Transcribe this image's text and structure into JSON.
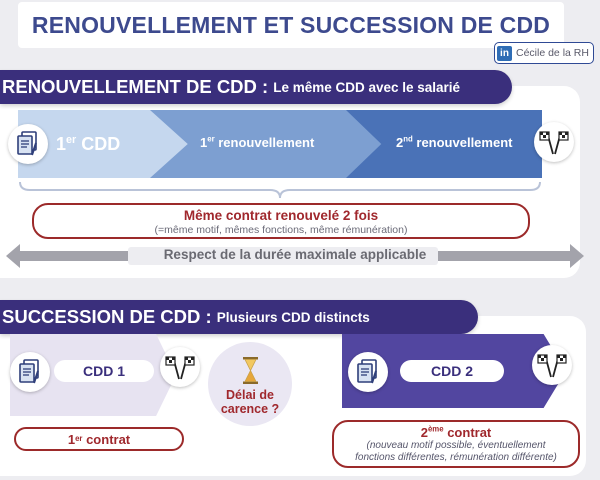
{
  "title": "RENOUVELLEMENT ET SUCCESSION DE CDD",
  "author": {
    "badge": "in",
    "name": "Cécile de la RH"
  },
  "section1": {
    "heading": "RENOUVELLEMENT DE CDD :",
    "subheading": "Le même CDD avec le salarié",
    "steps": [
      {
        "num": "1",
        "sup": "er",
        "text": "CDD"
      },
      {
        "num": "1",
        "sup": "er",
        "text": "renouvellement"
      },
      {
        "num": "2",
        "sup": "nd",
        "text": "renouvellement"
      }
    ],
    "contract_main": "Même contrat renouvelé 2 fois",
    "contract_sub": "(=même motif, mêmes fonctions, même rémunération)",
    "duration_label": "Respect de la durée maximale applicable"
  },
  "section2": {
    "heading": "SUCCESSION  DE CDD :",
    "subheading": "Plusieurs CDD distincts",
    "cdd1": "CDD 1",
    "cdd2": "CDD 2",
    "delay_line1": "Délai de",
    "delay_line2": "carence ?",
    "first_contract": {
      "num": "1",
      "sup": "er",
      "text": "contrat"
    },
    "second_contract": {
      "num": "2",
      "sup": "ème",
      "text": "contrat",
      "note1": "(nouveau motif possible, éventuellement",
      "note2": "fonctions différentes, rémunération différente)"
    }
  },
  "colors": {
    "title": "#3d4a8e",
    "banner": "#3a2f7c",
    "accent_red": "#a0282d",
    "step1": "#c5d7ee",
    "step2": "#7d9fd1",
    "step3": "#4a72b7",
    "cdd2": "#5246a0"
  },
  "icons": [
    "document-icon",
    "checkered-flags-icon",
    "hourglass-icon",
    "linkedin-icon"
  ]
}
